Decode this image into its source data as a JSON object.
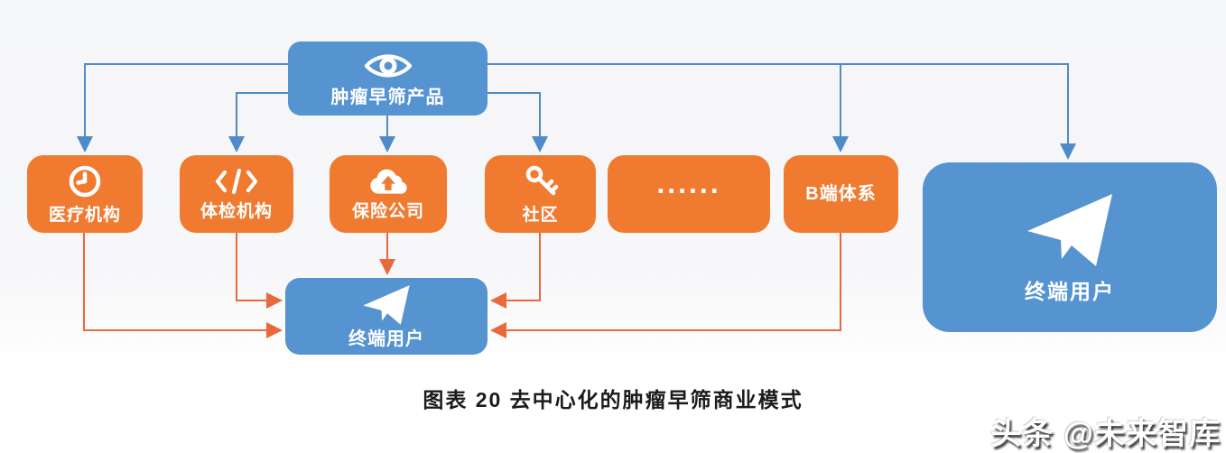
{
  "diagram": {
    "top_box": {
      "label": "肿瘤早筛产品",
      "icon": "eye-icon"
    },
    "channels": [
      {
        "label": "医疗机构",
        "icon": "clock-icon"
      },
      {
        "label": "体检机构",
        "icon": "code-icon"
      },
      {
        "label": "保险公司",
        "icon": "cloud-upload-icon"
      },
      {
        "label": "社区",
        "icon": "key-icon"
      },
      {
        "label": "......",
        "icon": ""
      },
      {
        "label": "B端体系",
        "icon": ""
      }
    ],
    "end_user_large": {
      "label": "终端用户",
      "icon": "paper-plane-icon"
    },
    "end_user_small": {
      "label": "终端用户",
      "icon": "paper-plane-icon"
    }
  },
  "caption": "图表 20 去中心化的肿瘤早筛商业模式",
  "watermark": "头条 @未来智库",
  "colors": {
    "blue": "#5593D1",
    "orange": "#F07B30",
    "blue_line": "#4E8BC8",
    "orange_line": "#E8693C"
  }
}
